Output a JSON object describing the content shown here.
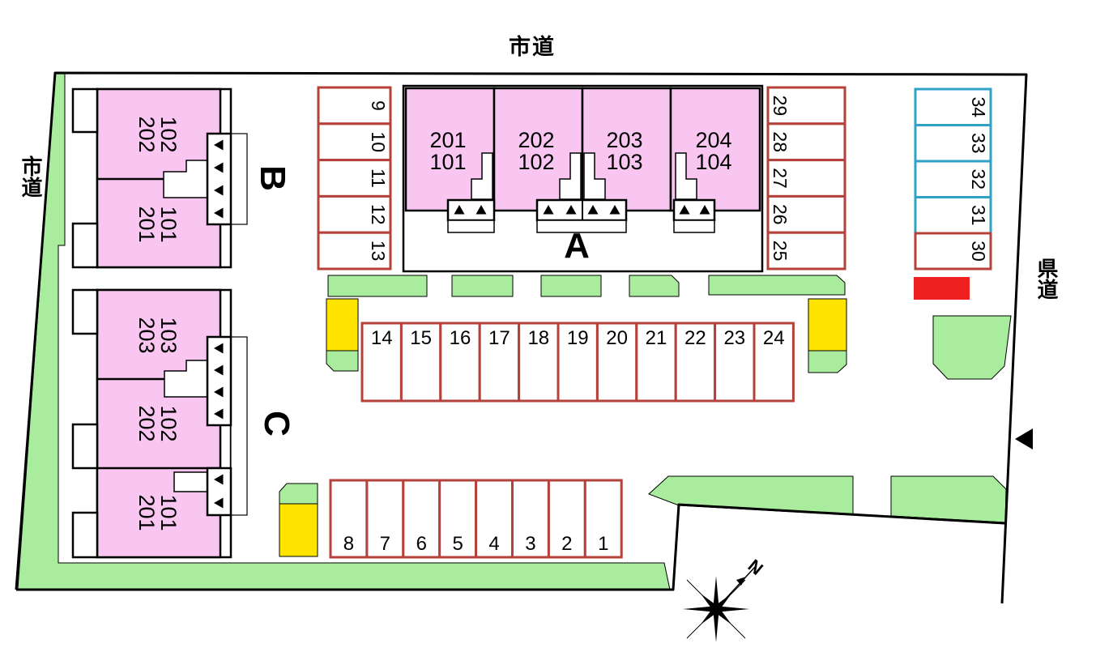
{
  "roads": {
    "top": "市道",
    "left": "市道",
    "right": "県道"
  },
  "buildings": {
    "a": {
      "label": "A",
      "units": [
        {
          "upper": "201",
          "lower": "101"
        },
        {
          "upper": "202",
          "lower": "102"
        },
        {
          "upper": "203",
          "lower": "103"
        },
        {
          "upper": "204",
          "lower": "104"
        }
      ]
    },
    "b": {
      "label": "B",
      "units": [
        {
          "upper": "202",
          "lower": "102"
        },
        {
          "upper": "201",
          "lower": "101"
        }
      ]
    },
    "c": {
      "label": "C",
      "units": [
        {
          "upper": "203",
          "lower": "103"
        },
        {
          "upper": "202",
          "lower": "102"
        },
        {
          "upper": "201",
          "lower": "101"
        }
      ]
    }
  },
  "parking": {
    "left_column": [
      "9",
      "10",
      "11",
      "12",
      "13"
    ],
    "right_column": [
      "29",
      "28",
      "27",
      "26",
      "25"
    ],
    "far_right_blue": [
      "34",
      "33",
      "32",
      "31"
    ],
    "far_right_red": [
      "30"
    ],
    "middle_row": [
      "14",
      "15",
      "16",
      "17",
      "18",
      "19",
      "20",
      "21",
      "22",
      "23",
      "24"
    ],
    "bottom_row": [
      "8",
      "7",
      "6",
      "5",
      "4",
      "3",
      "2",
      "1"
    ]
  },
  "compass": {
    "north": "N"
  },
  "colors": {
    "building_fill": "#F8C6F0",
    "green": "#A9EC9E",
    "yellow": "#FFE400",
    "parking_red": "#B6403A",
    "parking_blue": "#2FA2C8",
    "solid_red": "#EE2020",
    "line": "#000000"
  }
}
